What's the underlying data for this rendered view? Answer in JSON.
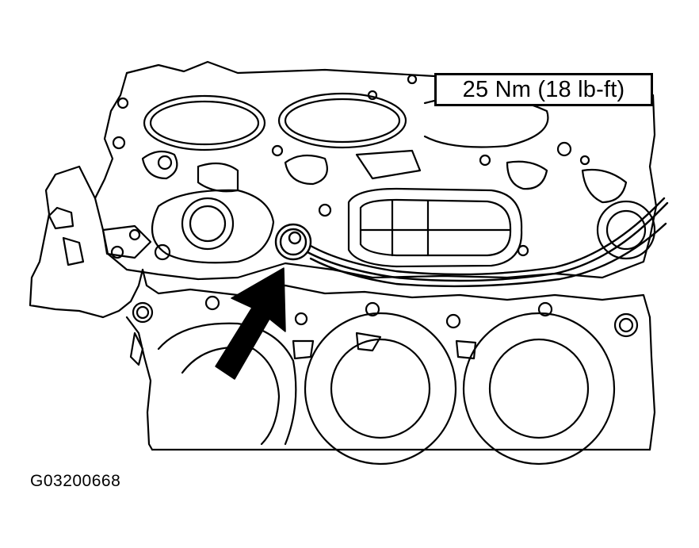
{
  "diagram": {
    "subject": "engine block with sensor and harness",
    "icons": [
      "engine-block-icon",
      "sensor-bolt-icon",
      "wire-harness-icon",
      "pointer-arrow-icon"
    ]
  },
  "callout": {
    "torque": "25 Nm (18 lb-ft)"
  },
  "figure": {
    "id": "G03200668"
  },
  "colors": {
    "line": "#000000",
    "background": "#ffffff"
  }
}
